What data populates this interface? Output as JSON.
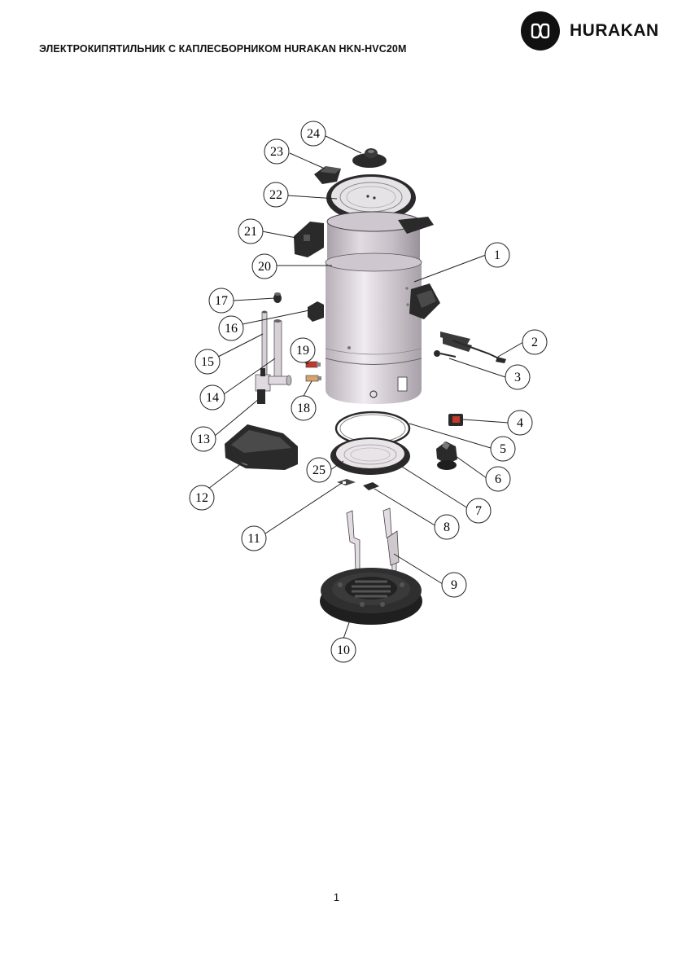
{
  "document": {
    "title": "ЭЛЕКТРОКИПЯТИЛЬНИК С КАПЛЕСБОРНИКОМ HURAKAN HKN-HVC20M",
    "brand": "HURAKAN",
    "page_number": "1"
  },
  "diagram": {
    "callouts": [
      "1",
      "2",
      "3",
      "4",
      "5",
      "6",
      "7",
      "8",
      "9",
      "10",
      "11",
      "12",
      "13",
      "14",
      "15",
      "16",
      "17",
      "18",
      "19",
      "20",
      "21",
      "22",
      "23",
      "24",
      "25"
    ]
  },
  "colors": {
    "ink": "#111111",
    "body_metal": "#c9bfc9",
    "dark_part": "#2b2b2b",
    "accent_red": "#c0392b"
  }
}
